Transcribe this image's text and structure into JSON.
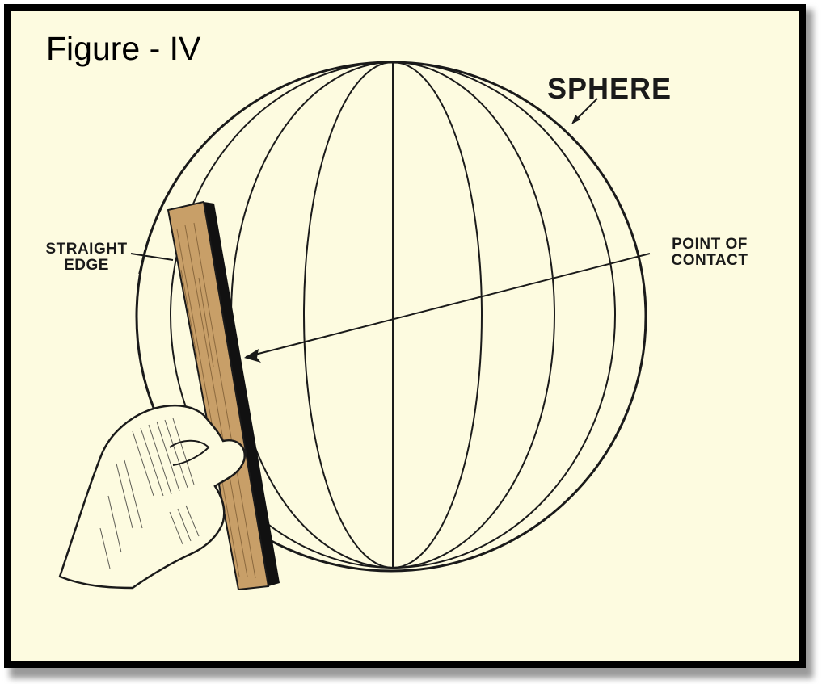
{
  "figure": {
    "title": "Figure - IV"
  },
  "labels": {
    "sphere": "SPHERE",
    "straight_edge_line1": "STRAIGHT",
    "straight_edge_line2": "EDGE",
    "point_of_contact_line1": "POINT OF",
    "point_of_contact_line2": "CONTACT"
  },
  "colors": {
    "paper": "#fdfbe0",
    "ink": "#1a1a1a",
    "border": "#000000"
  }
}
